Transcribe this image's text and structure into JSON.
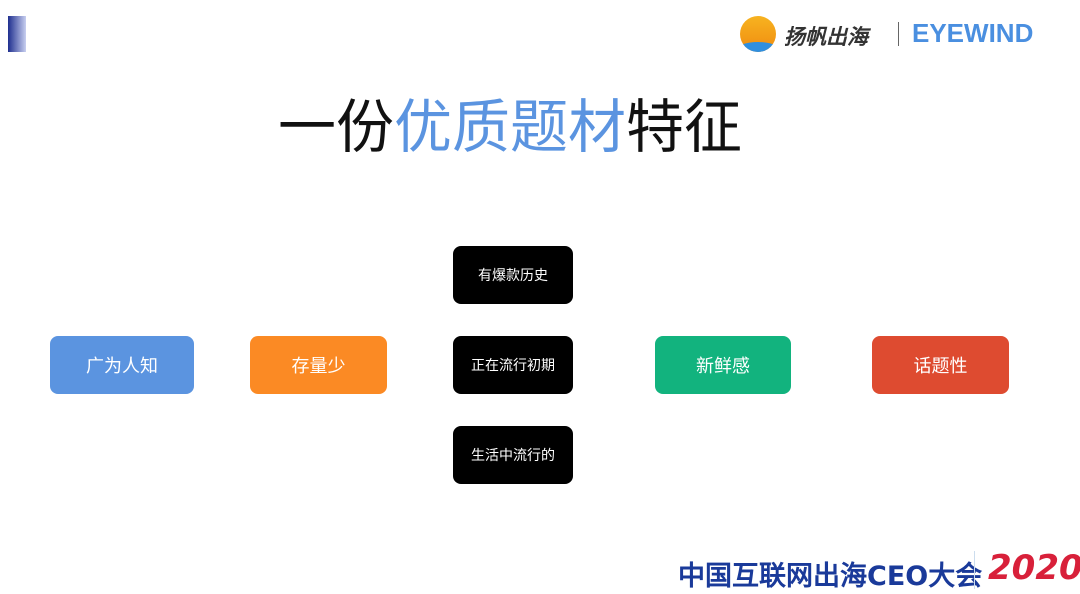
{
  "header": {
    "logo_cn": "扬帆出海",
    "logo_en": "EYEWIND"
  },
  "title": {
    "pre": "一份",
    "highlight": "优质题材",
    "post": "特征"
  },
  "boxes": [
    {
      "label": "广为人知",
      "color": "#5b94e0"
    },
    {
      "label": "存量少",
      "color": "#fb8a24"
    },
    {
      "label": "新鲜感",
      "color": "#12b37e"
    },
    {
      "label": "话题性",
      "color": "#de4b30"
    }
  ],
  "center_boxes": [
    {
      "label": "有爆款历史"
    },
    {
      "label": "正在流行初期"
    },
    {
      "label": "生活中流行的"
    }
  ],
  "footer": {
    "conference": "中国互联网出海CEO大会",
    "year": "2020"
  }
}
